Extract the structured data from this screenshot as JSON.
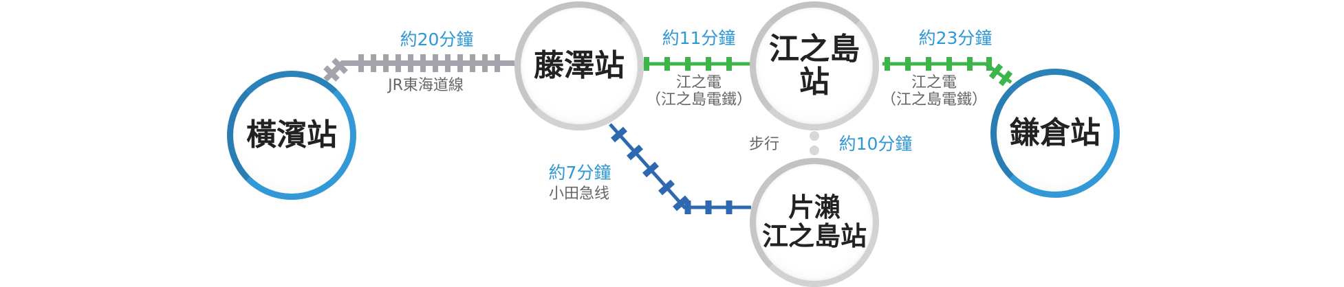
{
  "stations": {
    "yokohama": "橫濱站",
    "fujisawa": "藤澤站",
    "enoshima": "江之島站",
    "katase_line1": "片瀨",
    "katase_line2": "江之島站",
    "kamakura": "鎌倉站"
  },
  "routes": {
    "yokohama_fujisawa": {
      "time": "約20分鐘",
      "line": "JR東海道線"
    },
    "fujisawa_enoshima": {
      "time": "約11分鐘",
      "line1": "江之電",
      "line2": "（江之島電鐵）"
    },
    "enoshima_kamakura": {
      "time": "約23分鐘",
      "line1": "江之電",
      "line2": "（江之島電鐵）"
    },
    "fujisawa_katase": {
      "time": "約7分鐘",
      "line": "小田急线"
    },
    "katase_enoshima": {
      "time": "約10分鐘",
      "line": "步行"
    }
  },
  "colors": {
    "jr": "#a3a3ab",
    "enoden": "#3db54a",
    "odakyu": "#2e68b0",
    "accent": "#2e97d5",
    "walk": "#d8d8d8"
  }
}
